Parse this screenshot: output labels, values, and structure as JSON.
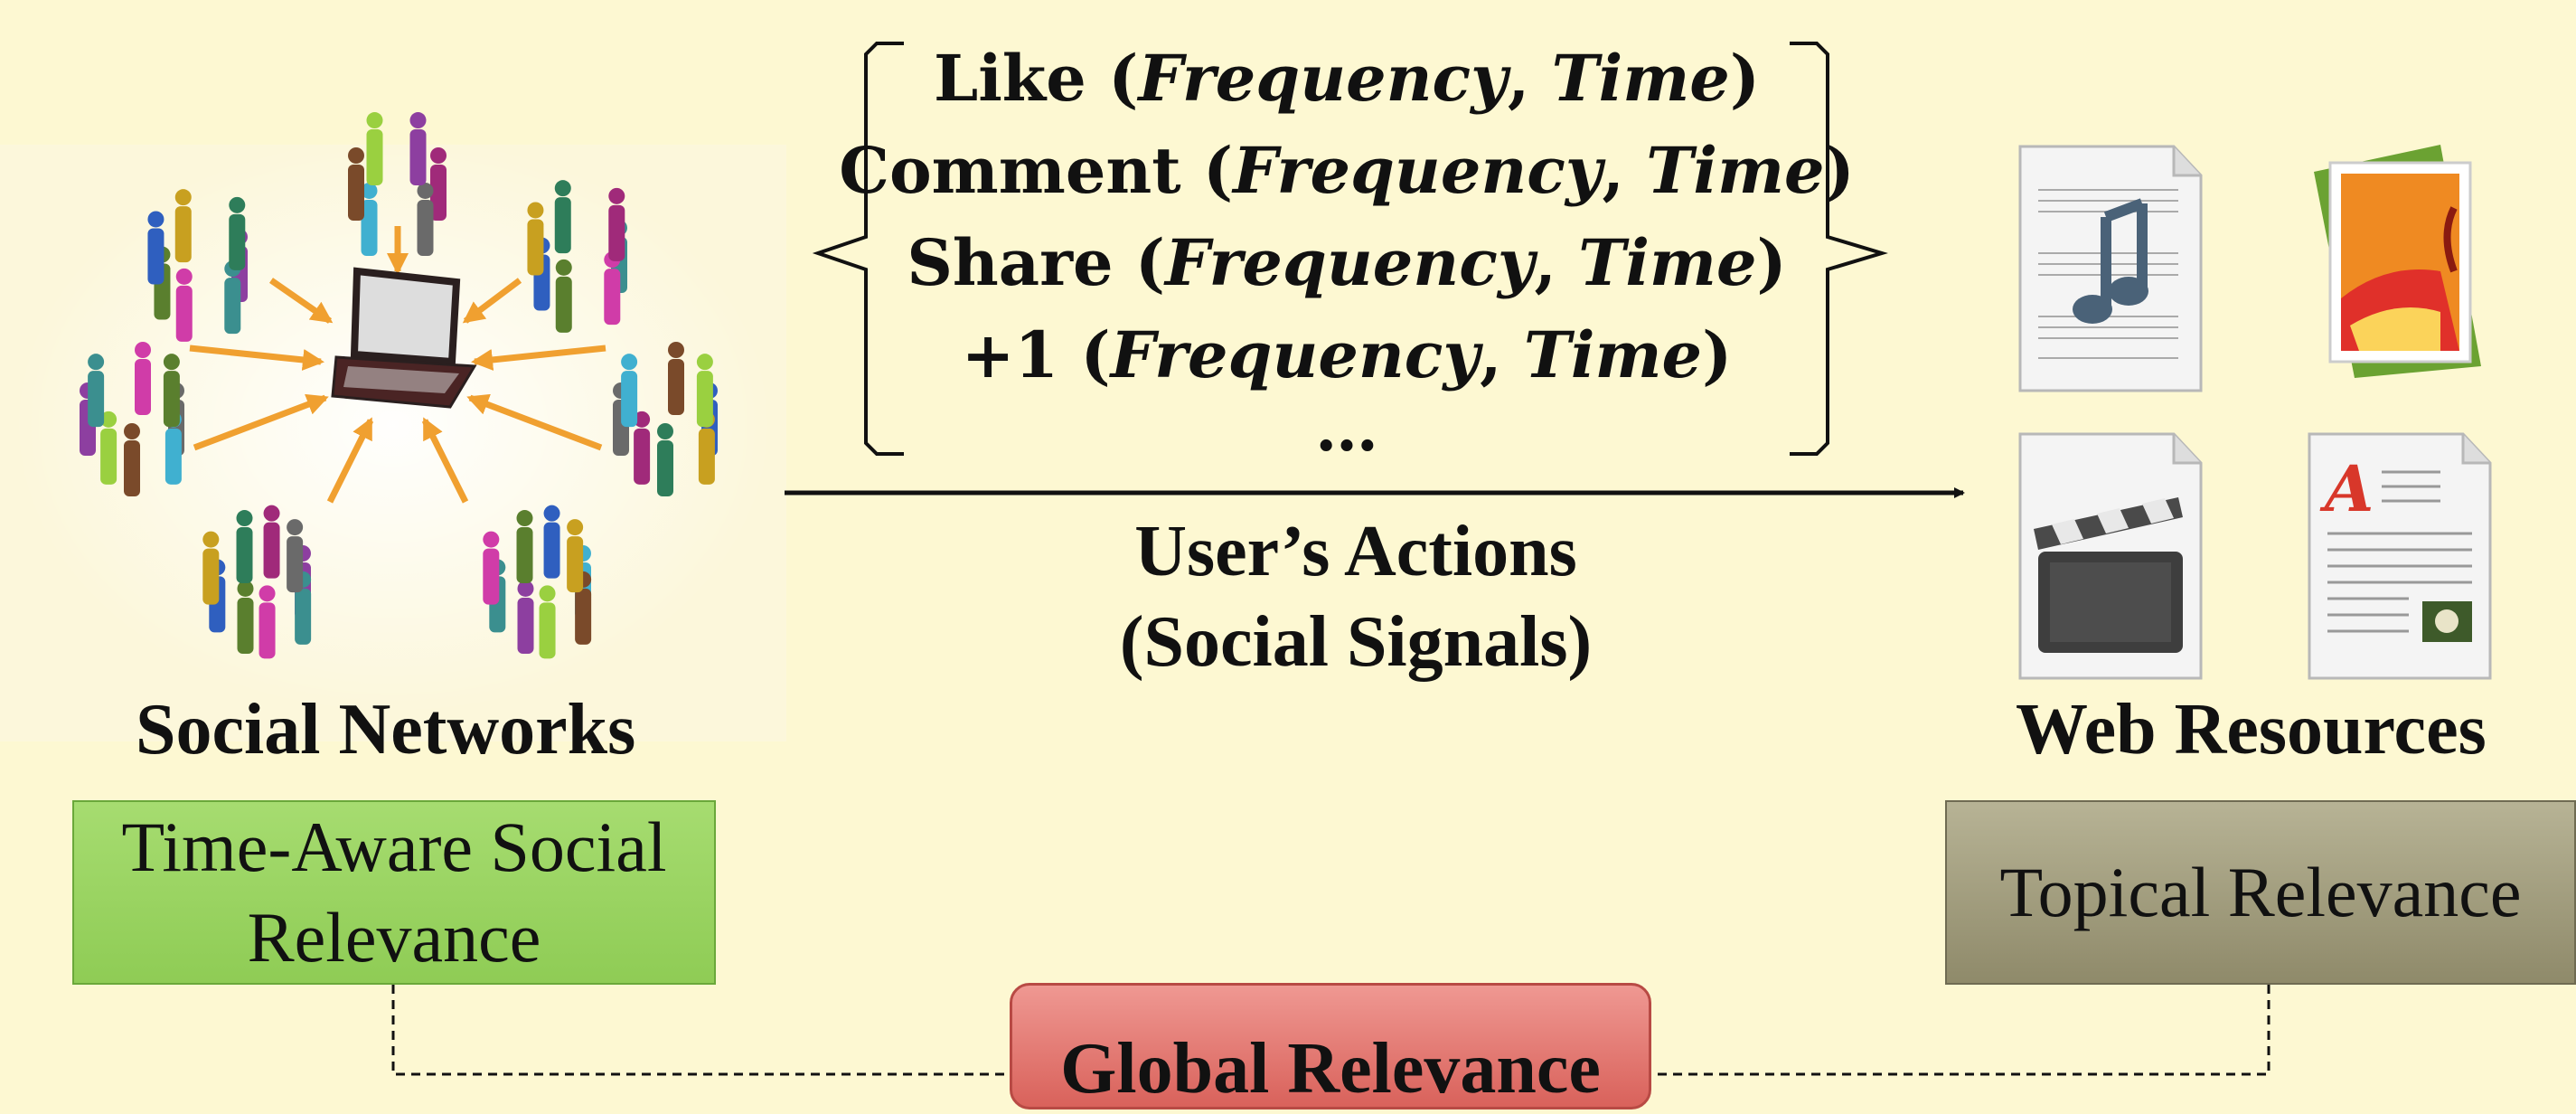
{
  "actions": {
    "items": [
      {
        "name": "Like",
        "args_open": " (",
        "arg1": "Frequency",
        "sep": ", ",
        "arg2": "Time",
        "args_close": ")"
      },
      {
        "name": "Comment",
        "args_open": " (",
        "arg1": "Frequency",
        "sep": ", ",
        "arg2": "Time",
        "args_close": ")"
      },
      {
        "name": "Share",
        "args_open": " (",
        "arg1": "Frequency",
        "sep": ", ",
        "arg2": "Time",
        "args_close": ")"
      },
      {
        "name": "+1",
        "args_open": " (",
        "arg1": "Frequency",
        "sep": ", ",
        "arg2": "Time",
        "args_close": ")"
      }
    ],
    "ellipsis": "…",
    "caption_line1": "User’s Actions",
    "caption_line2": "(Social Signals)"
  },
  "social": {
    "title": "Social Networks",
    "box_line1": "Time-Aware Social",
    "box_line2": "Relevance",
    "icon": "crowd-network-illustration"
  },
  "web": {
    "title": "Web Resources",
    "box_label": "Topical Relevance",
    "icons": [
      "music-file-icon",
      "image-file-icon",
      "video-file-icon",
      "document-file-icon"
    ]
  },
  "global": {
    "label": "Global Relevance"
  },
  "colors": {
    "background": "#fdf8d2",
    "social_box": "#98d160",
    "topical_box": "#a09c7c",
    "global_box": "#e37b74",
    "arrows": "#f0a030"
  }
}
